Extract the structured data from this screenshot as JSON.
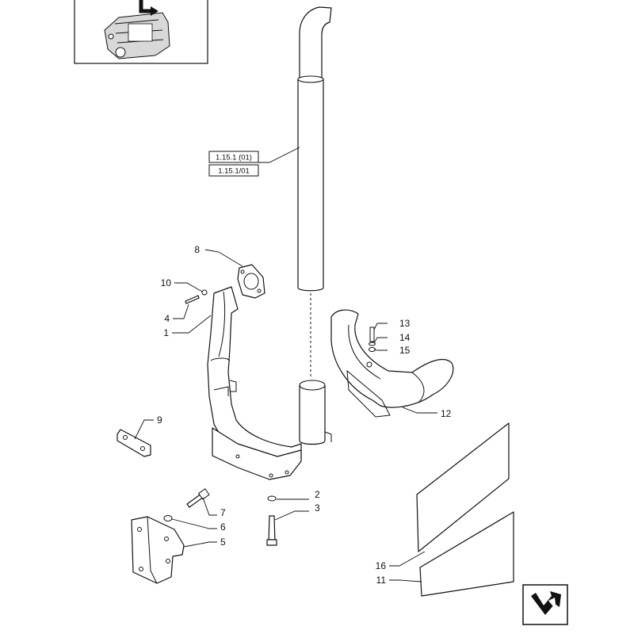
{
  "references": [
    "1.15.1 (01)",
    "1.15.1/01"
  ],
  "callouts": {
    "c1": "1",
    "c2": "2",
    "c3": "3",
    "c4": "4",
    "c5": "5",
    "c6": "6",
    "c7": "7",
    "c8": "8",
    "c9": "9",
    "c10": "10",
    "c11": "11",
    "c12": "12",
    "c13": "13",
    "c14": "14",
    "c15": "15",
    "c16": "16"
  },
  "icons": {
    "thumbnail": "engine-thumbnail-icon",
    "navigation": "next-page-arrow-icon"
  }
}
